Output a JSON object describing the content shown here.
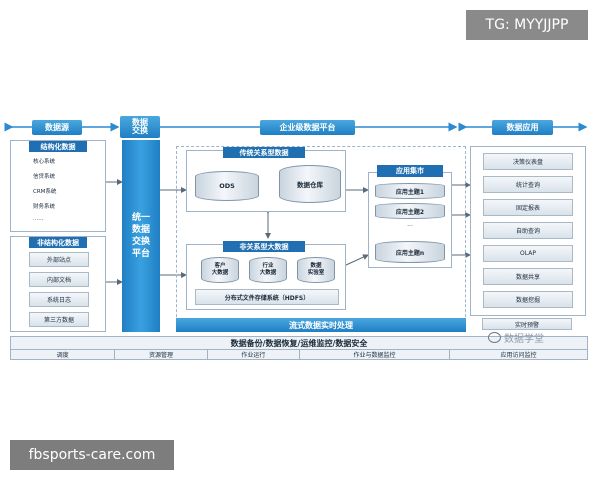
{
  "watermark_top": "TG: MYYJJPP",
  "watermark_bottom": "fbsports-care.com",
  "headers": {
    "source": "数据源",
    "exchange": "数据\n交换",
    "platform": "企业级数据平台",
    "application": "数据应用"
  },
  "structured": {
    "title": "结构化数据",
    "items": [
      "核心系统",
      "信贷系统",
      "CRM系统",
      "财务系统",
      "......"
    ]
  },
  "unstructured": {
    "title": "非结构化数据",
    "items": [
      "外部站点",
      "内部文档",
      "系统日志",
      "第三方数据"
    ]
  },
  "exchange_platform": "统一\n数据\n交换\n平台",
  "relational": {
    "title": "传统关系型数据",
    "ods": "ODS",
    "warehouse": "数据仓库"
  },
  "mart": {
    "title": "应用集市",
    "items": [
      "应用主题1",
      "应用主题2",
      "...",
      "应用主题n"
    ]
  },
  "bigdata": {
    "title": "非关系型大数据",
    "items": [
      "客户\n大数据",
      "行业\n大数据",
      "数据\n实验室"
    ],
    "hdfs": "分布式文件存储系统（HDFS）"
  },
  "stream": "流式数据实时处理",
  "realtime": "实时预警",
  "applications": [
    "决策仪表盘",
    "统计查询",
    "固定报表",
    "自助查询",
    "OLAP",
    "数据共享",
    "数据挖掘"
  ],
  "bottom": {
    "title": "数据备份/数据恢复/运维监控/数据安全",
    "items": [
      "调度",
      "资源管理",
      "作业运行",
      "作业与数据监控",
      "应用访问监控"
    ]
  },
  "logo": "数据学堂"
}
